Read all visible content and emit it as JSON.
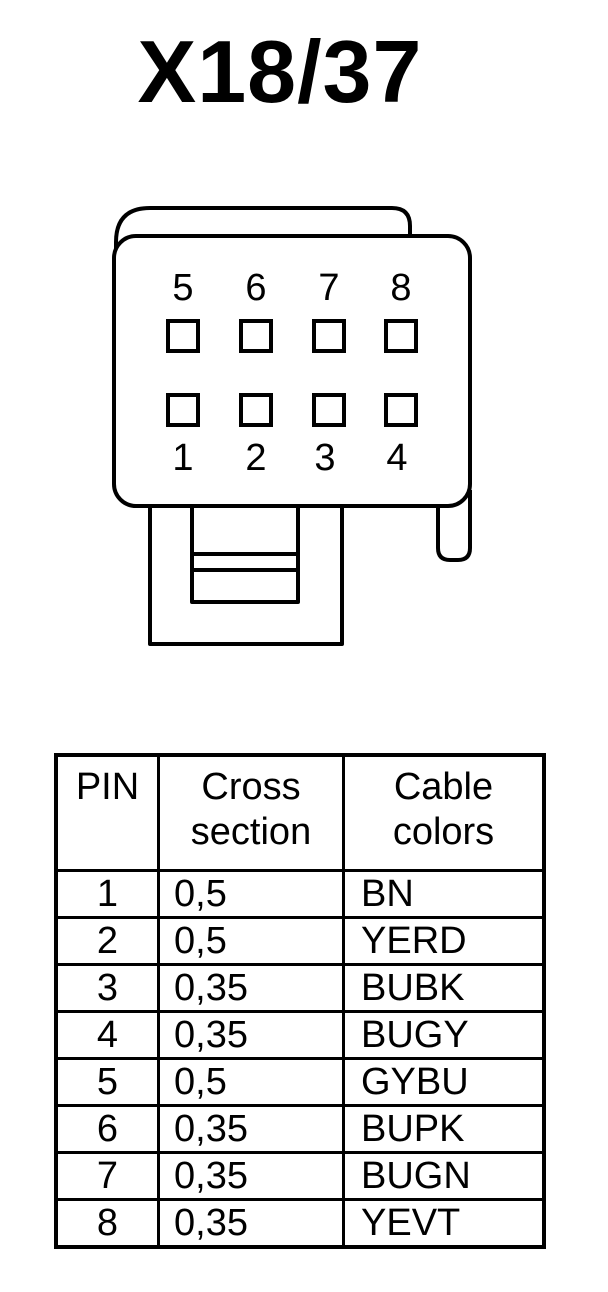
{
  "title": "X18/37",
  "connector": {
    "top_row": [
      "5",
      "6",
      "7",
      "8"
    ],
    "bottom_row": [
      "1",
      "2",
      "3",
      "4"
    ]
  },
  "table": {
    "headers": {
      "pin": "PIN",
      "cross_section": [
        "Cross",
        "section"
      ],
      "cable_colors": [
        "Cable",
        "colors"
      ]
    },
    "rows": [
      {
        "pin": "1",
        "cross_section": "0,5",
        "color": "BN"
      },
      {
        "pin": "2",
        "cross_section": "0,5",
        "color": "YERD"
      },
      {
        "pin": "3",
        "cross_section": "0,35",
        "color": "BUBK"
      },
      {
        "pin": "4",
        "cross_section": "0,35",
        "color": "BUGY"
      },
      {
        "pin": "5",
        "cross_section": "0,5",
        "color": "GYBU"
      },
      {
        "pin": "6",
        "cross_section": "0,35",
        "color": "BUPK"
      },
      {
        "pin": "7",
        "cross_section": "0,35",
        "color": "BUGN"
      },
      {
        "pin": "8",
        "cross_section": "0,35",
        "color": "YEVT"
      }
    ]
  }
}
